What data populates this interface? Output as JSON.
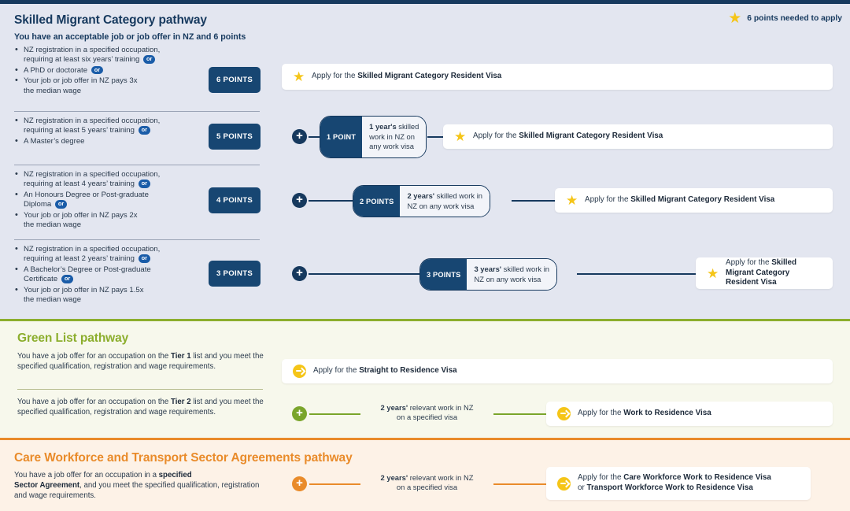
{
  "header": {
    "points_needed_label": "6 points needed to apply",
    "star_icon": "star-icon"
  },
  "colors": {
    "navy": "#16395e",
    "navy_badge": "#174672",
    "or_blue": "#1a5ca8",
    "green": "#8cae2d",
    "green_dark": "#7aa52b",
    "orange": "#e98b2a",
    "star_yellow": "#f5c518",
    "bg_blue": "#e3e6f0",
    "bg_green": "#f7f8ec",
    "bg_orange": "#fdf2e7"
  },
  "smc": {
    "title": "Skilled Migrant Category pathway",
    "subhead": "You have an acceptable job or job offer in NZ and 6 points",
    "tiers": [
      {
        "badge": "6 POINTS",
        "criteria": [
          {
            "text": "NZ registration in a specified occupation, requiring at least six years' training",
            "or": true
          },
          {
            "text": "A PhD or doctorate",
            "or": true
          },
          {
            "text": "Your job or job offer in NZ pays 3x the median wage",
            "or": false
          }
        ],
        "step": null,
        "apply": {
          "prefix": "Apply for the ",
          "bold": "Skilled Migrant Category Resident Visa",
          "icon": "star-icon"
        }
      },
      {
        "badge": "5 POINTS",
        "criteria": [
          {
            "text": "NZ registration in a specified occupation, requiring at least 5 years' training",
            "or": true
          },
          {
            "text": "A Master's degree",
            "or": false
          }
        ],
        "step": {
          "points": "1 POINT",
          "bold": "1 year's",
          "rest": " skilled work in NZ on any work visa"
        },
        "apply": {
          "prefix": "Apply for the ",
          "bold": "Skilled Migrant Category Resident Visa",
          "icon": "star-icon"
        }
      },
      {
        "badge": "4 POINTS",
        "criteria": [
          {
            "text": "NZ registration in a specified occupation, requiring at least 4 years' training",
            "or": true
          },
          {
            "text": "An Honours Degree or Post-graduate Diploma",
            "or": true
          },
          {
            "text": "Your job or job offer in NZ pays 2x the median wage",
            "or": false
          }
        ],
        "step": {
          "points": "2 POINTS",
          "bold": "2 years'",
          "rest": " skilled work in NZ on any work visa"
        },
        "apply": {
          "prefix": "Apply for the ",
          "bold": "Skilled Migrant Category Resident Visa",
          "icon": "star-icon"
        }
      },
      {
        "badge": "3 POINTS",
        "criteria": [
          {
            "text": "NZ registration in a specified occupation, requiring at least 2 years' training",
            "or": true
          },
          {
            "text": "A Bachelor's Degree or Post-graduate Certificate",
            "or": true
          },
          {
            "text": "Your job or job offer in NZ pays 1.5x the median wage",
            "or": false
          }
        ],
        "step": {
          "points": "3 POINTS",
          "bold": "3 years'",
          "rest": " skilled work in NZ on any work visa"
        },
        "apply": {
          "prefix": "Apply for the ",
          "bold": "Skilled Migrant Category Resident Visa",
          "icon": "star-icon"
        }
      }
    ],
    "or_label": "or",
    "plus_icon": "plus-circle-icon"
  },
  "green": {
    "title": "Green List pathway",
    "rows": [
      {
        "desc_1": "You have a job offer for an occupation on the ",
        "desc_bold": "Tier 1",
        "desc_2": " list and you meet the specified qualification, registration and wage requirements.",
        "step": null,
        "apply": {
          "prefix": "Apply for the ",
          "bold": "Straight to Residence Visa",
          "icon": "arrow-circle-icon"
        }
      },
      {
        "desc_1": "You have a job offer for an occupation on the ",
        "desc_bold": "Tier 2",
        "desc_2": " list and you meet the specified qualification, registration and wage requirements.",
        "step": {
          "bold": "2 years'",
          "rest": " relevant work in NZ",
          "line2": "on a specified visa"
        },
        "apply": {
          "prefix": "Apply for the ",
          "bold": "Work to Residence Visa",
          "icon": "arrow-circle-icon"
        }
      }
    ],
    "plus_icon": "plus-circle-icon"
  },
  "care": {
    "title": "Care Workforce and Transport Sector Agreements pathway",
    "desc_1": "You have a job offer for an occupation in a ",
    "desc_bold_1": "specified",
    "desc_bold_2": "Sector Agreement",
    "desc_2": ", and you meet the specified qualification, registration and wage requirements.",
    "step": {
      "bold": "2 years'",
      "rest": " relevant work in NZ",
      "line2": "on a specified visa"
    },
    "apply": {
      "prefix": "Apply for the ",
      "bold_line1": "Care Workforce Work to Residence Visa",
      "or_prefix": "or ",
      "bold_line2": "Transport Workforce Work to Residence Visa",
      "icon": "arrow-circle-icon"
    },
    "plus_icon": "plus-circle-icon"
  }
}
